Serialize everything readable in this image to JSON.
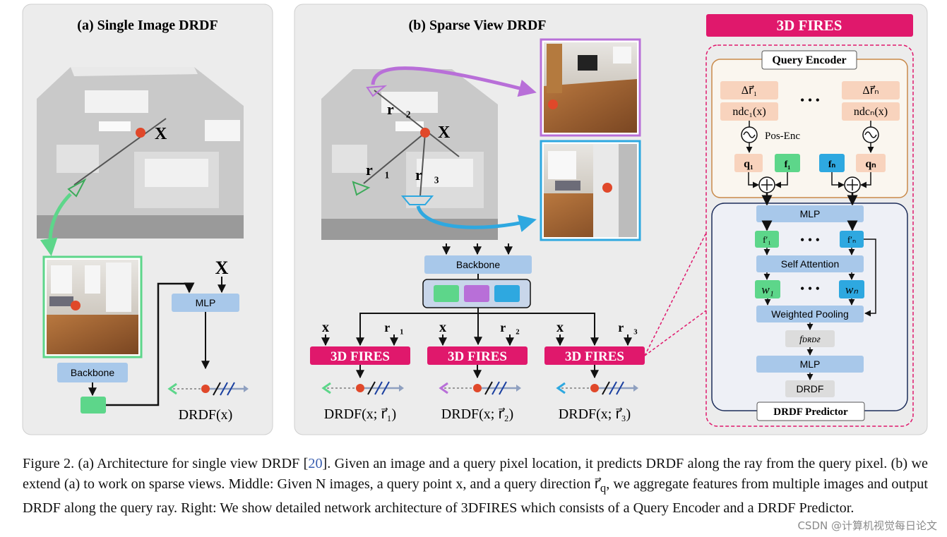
{
  "panel_a": {
    "title": "(a) Single Image DRDF",
    "backbone": "Backbone",
    "mlp": "MLP",
    "x_label": "X",
    "output": "DRDF(x)"
  },
  "panel_b": {
    "title": "(b) Sparse View DRDF",
    "backbone": "Backbone",
    "x_label": "X",
    "rays": [
      "r⃗₂",
      "r⃗₁",
      "r⃗₃"
    ],
    "fires_label": "3D FIRES",
    "inputs": [
      {
        "x": "x",
        "r": "r⃗₁"
      },
      {
        "x": "x",
        "r": "r⃗₂"
      },
      {
        "x": "x",
        "r": "r⃗₃"
      }
    ],
    "outputs": [
      "DRDF(x; r⃗₁)",
      "DRDF(x; r⃗₂)",
      "DRDF(x; r⃗₃)"
    ]
  },
  "panel_c": {
    "title": "3D FIRES",
    "query_encoder": "Query Encoder",
    "delta_r1": "Δr⃗₁",
    "delta_rN": "Δr⃗ₙ",
    "ndc1": "ndc₁(x)",
    "ndcN": "ndcₙ(x)",
    "dots": "• • •",
    "pos_enc": "Pos-Enc",
    "q1": "q₁",
    "qN": "qₙ",
    "f1": "f₁",
    "fN": "fₙ",
    "mlp": "MLP",
    "f1p": "f′₁",
    "fNp": "f′ₙ",
    "self_attention": "Self Attention",
    "w1": "w₁",
    "wN": "wₙ",
    "weighted_pooling": "Weighted Pooling",
    "f_drdf": "fᴅʀᴅғ",
    "mlp2": "MLP",
    "drdf": "DRDF",
    "drdf_predictor": "DRDF Predictor"
  },
  "caption": {
    "p1": "Figure 2. (a) Architecture for single view DRDF [",
    "cite": "20",
    "p2": "]. Given an image and a query pixel location, it predicts DRDF along the ray from the query pixel. (b) we extend (a) to work on sparse views. Middle: Given N images, a query point x, and a query direction r⃗",
    "sub": "q",
    "p3": ", we aggregate features from multiple images and output DRDF along the query ray. Right: We show detailed network architecture of 3DFIRES which consists of a Query Encoder and a DRDF Predictor."
  },
  "watermark": "CSDN @计算机视觉每日论文",
  "colors": {
    "panel_bg": "#ececec",
    "fires_pink": "#e0186c",
    "box_blue": "#a8c8ea",
    "feat_green": "#5dd68a",
    "feat_purple": "#b86fd8",
    "feat_sky": "#2ea8e0",
    "qe_peach": "#f8d3bd",
    "orange_dot": "#e0482a"
  }
}
